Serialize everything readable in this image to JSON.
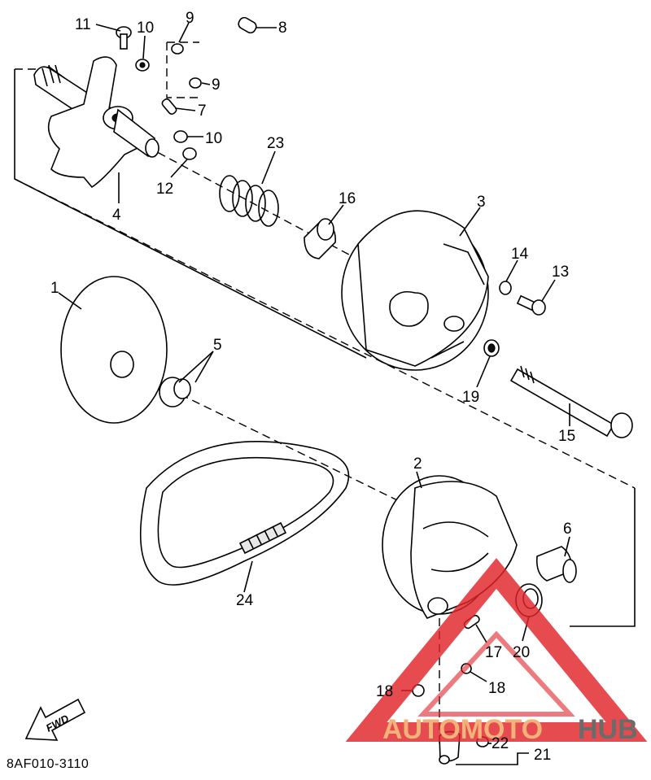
{
  "diagram_code": "8AF010-3110",
  "fwd_label": "FWD",
  "watermark": {
    "word_a": "AUTOMOTO",
    "word_b": "HUB",
    "color_a": "#f2b27a",
    "color_b": "#6b6b6b",
    "triangle_color": "#e0232a"
  },
  "callouts": {
    "c1": "1",
    "c2": "2",
    "c3": "3",
    "c4": "4",
    "c5": "5",
    "c6": "6",
    "c7": "7",
    "c8": "8",
    "c9a": "9",
    "c9b": "9",
    "c10a": "10",
    "c10b": "10",
    "c11": "11",
    "c12": "12",
    "c13": "13",
    "c14": "14",
    "c15": "15",
    "c16": "16",
    "c17": "17",
    "c18a": "18",
    "c18b": "18",
    "c19": "19",
    "c20": "20",
    "c21": "21",
    "c22": "22",
    "c23": "23",
    "c24": "24"
  }
}
